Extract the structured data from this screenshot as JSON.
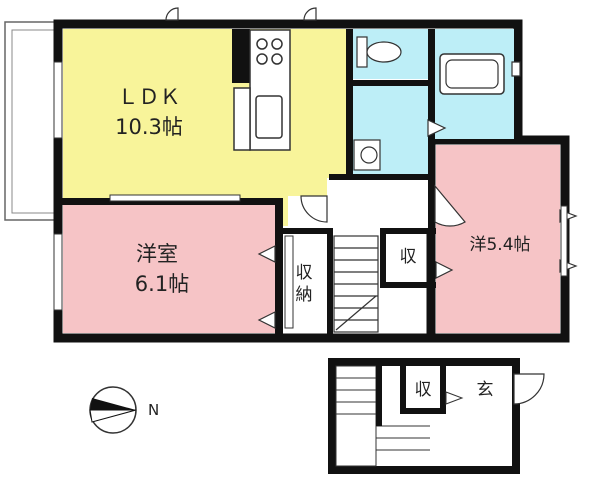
{
  "rooms": {
    "ldk": {
      "name": "ＬＤＫ",
      "size": "10.3帖"
    },
    "western_1": {
      "name": "洋室",
      "size": "6.1帖"
    },
    "western_2": {
      "label": "洋5.4帖"
    },
    "storage_closet": {
      "line1": "収",
      "line2": "納"
    },
    "storage_hall": {
      "label": "収"
    },
    "storage_entry": {
      "label": "収"
    },
    "entrance": {
      "label": "玄"
    }
  },
  "compass": {
    "label": "N"
  },
  "colors": {
    "ldk": "#f8f49a",
    "western": "#f6c4c6",
    "wet_area": "#bdeef7",
    "wall": "#111111",
    "floor": "#ffffff"
  }
}
